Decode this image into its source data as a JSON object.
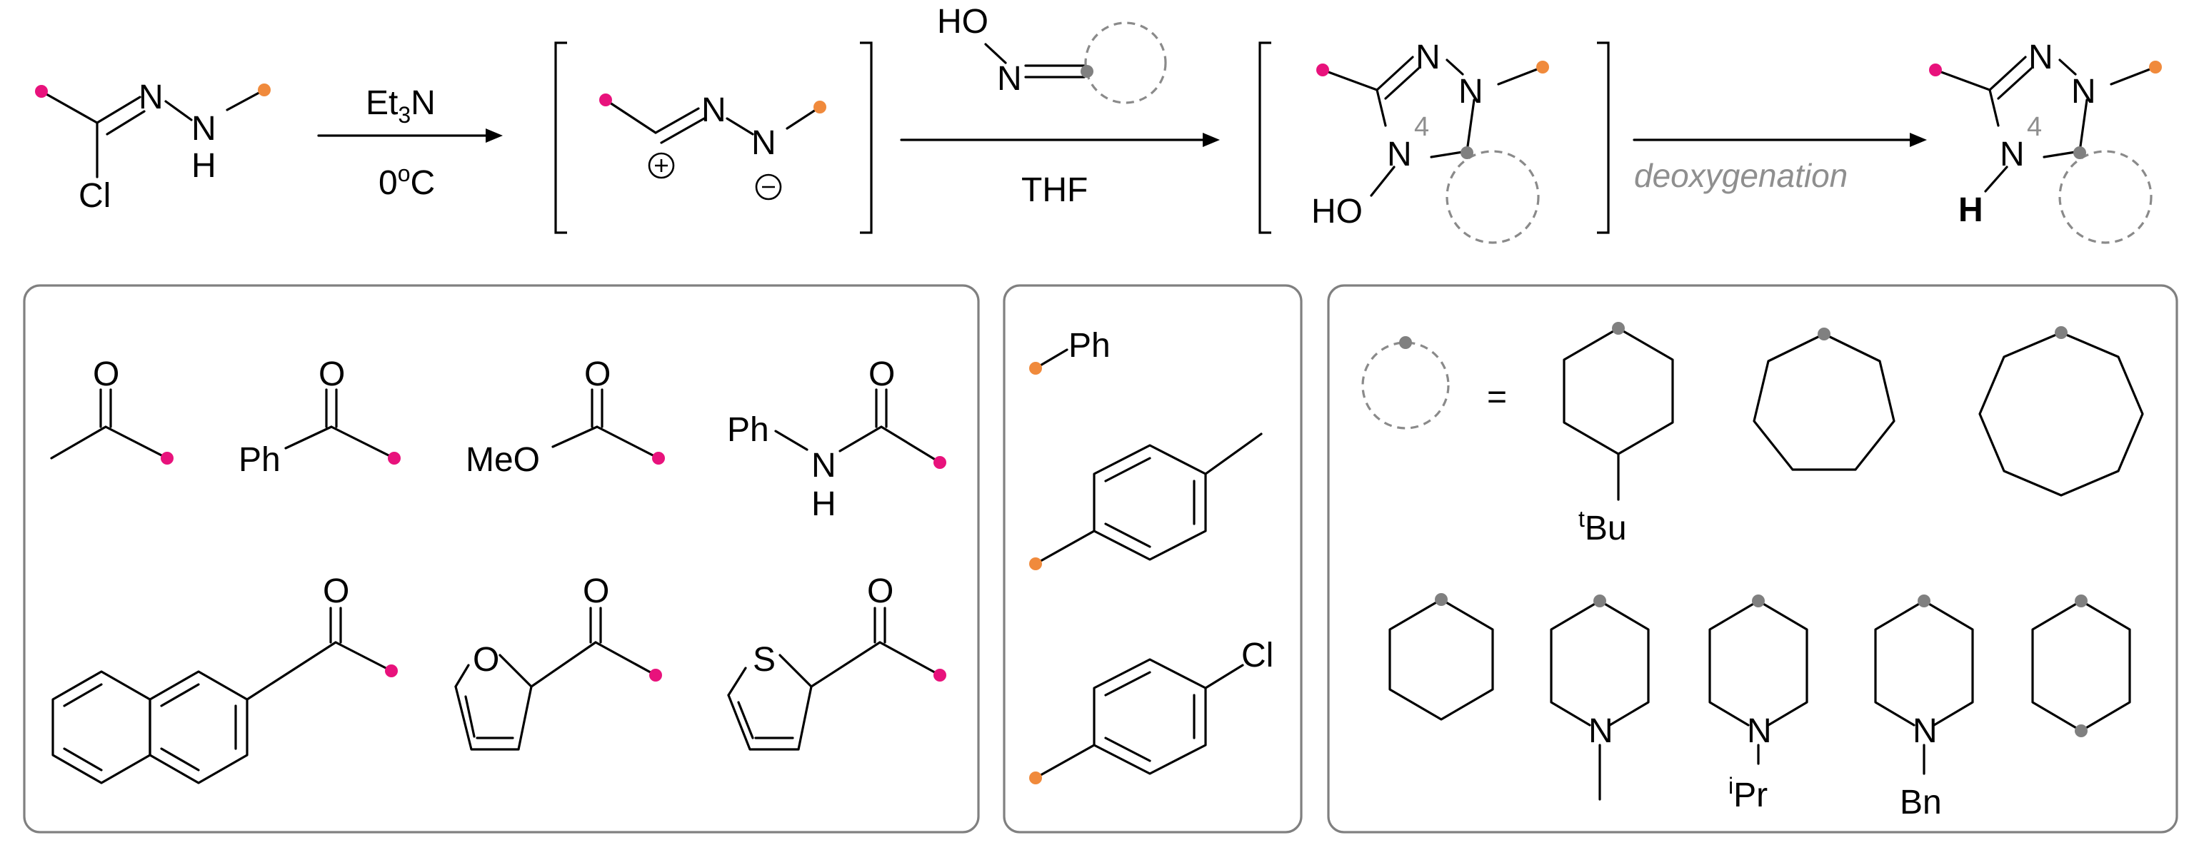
{
  "atoms": {
    "N": "N",
    "H": "H",
    "Cl": "Cl",
    "O": "O",
    "HO": "HO",
    "S": "S",
    "Ph": "Ph",
    "MeO": "MeO",
    "H_bold": "H",
    "ring_label": "4"
  },
  "reagents": {
    "step1_reagent_main": "Et",
    "step1_reagent_sub": "3",
    "step1_reagent_tail": "N",
    "step1_temp_main": "0",
    "step1_temp_sup": "o",
    "step1_temp_tail": "C",
    "step2_solvent": "THF",
    "step3_label": "deoxygenation"
  },
  "panel3": {
    "equals": "=",
    "tBu_sup": "t",
    "tBu_main": "Bu",
    "iPr_sup": "i",
    "iPr_main": "Pr",
    "Bn": "Bn"
  },
  "colors": {
    "r1_dot": "#e8127c",
    "r2_dot": "#f08a3c",
    "ring_dot": "#808080",
    "ring_placeholder": "#8a8a8a",
    "panel_border": "#808080"
  }
}
